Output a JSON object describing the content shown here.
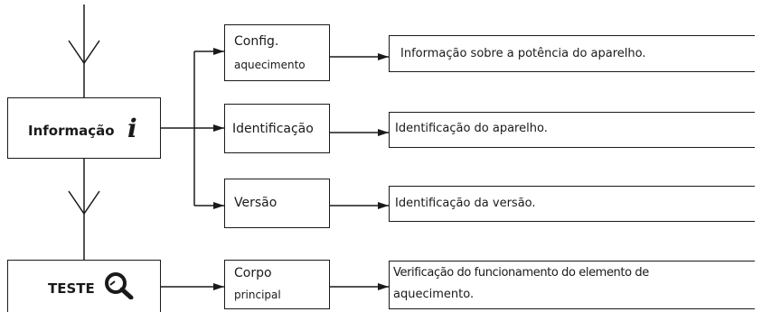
{
  "menu": {
    "info": {
      "label": "Informação",
      "icon": "info-icon",
      "icon_glyph": "i"
    },
    "test": {
      "label": "TESTE",
      "icon": "magnifier-icon"
    }
  },
  "submenu": {
    "config": {
      "line1": "Config.",
      "line2": "aquecimento"
    },
    "ident": {
      "label": "Identificação"
    },
    "version": {
      "label": "Versão"
    },
    "body": {
      "line1": "Corpo",
      "line2": "principal"
    }
  },
  "descriptions": {
    "config": "Informação sobre a potência do aparelho.",
    "ident": "Identificação do aparelho.",
    "version": "Identificação da versão.",
    "body_line1": "Verificação do funcionamento do elemento de",
    "body_line2": "aquecimento."
  }
}
